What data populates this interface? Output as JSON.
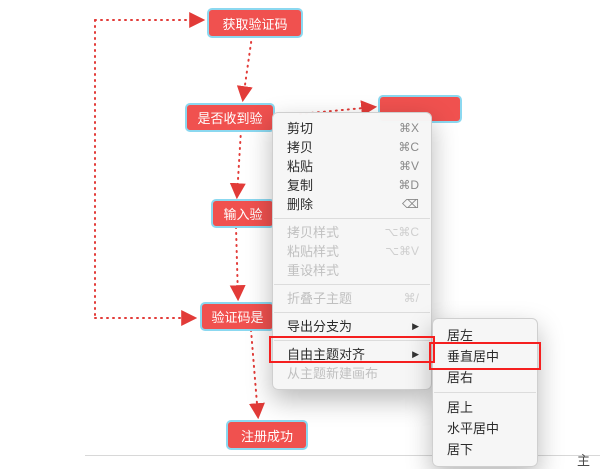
{
  "canvas": {
    "edge_text": "主",
    "nodes": {
      "get_code": {
        "label": "获取验证码"
      },
      "received": {
        "label": "是否收到验"
      },
      "resend": {
        "label": ""
      },
      "input_code": {
        "label": "输入验"
      },
      "verify": {
        "label": "验证码是"
      },
      "success": {
        "label": "注册成功"
      }
    },
    "colors": {
      "node_fill": "#f0514f",
      "node_border": "#8bd8f0",
      "node_text": "#ffffff",
      "arrow": "#e23b38",
      "annotation": "#f51f1f",
      "menu_disabled_text": "#c0c0c0"
    }
  },
  "icons": {
    "submenu_arrow": "▶"
  },
  "context_menu": {
    "items": [
      {
        "label": "剪切",
        "shortcut": "⌘X",
        "disabled": false
      },
      {
        "label": "拷贝",
        "shortcut": "⌘C",
        "disabled": false
      },
      {
        "label": "粘贴",
        "shortcut": "⌘V",
        "disabled": false
      },
      {
        "label": "复制",
        "shortcut": "⌘D",
        "disabled": false
      },
      {
        "label": "删除",
        "shortcut": "⌫",
        "disabled": false
      },
      {
        "label": "拷贝样式",
        "shortcut": "⌥⌘C",
        "disabled": true
      },
      {
        "label": "粘贴样式",
        "shortcut": "⌥⌘V",
        "disabled": true
      },
      {
        "label": "重设样式",
        "shortcut": "",
        "disabled": true
      },
      {
        "label": "折叠子主题",
        "shortcut": "⌘/",
        "disabled": true
      },
      {
        "label": "导出分支为",
        "shortcut": "",
        "disabled": false,
        "has_submenu": true
      },
      {
        "label": "自由主题对齐",
        "shortcut": "",
        "disabled": false,
        "has_submenu": true
      },
      {
        "label": "从主题新建画布",
        "shortcut": "",
        "disabled": true
      }
    ]
  },
  "align_submenu": {
    "items": [
      {
        "label": "居左"
      },
      {
        "label": "垂直居中"
      },
      {
        "label": "居右"
      },
      {
        "label": "居上"
      },
      {
        "label": "水平居中"
      },
      {
        "label": "居下"
      }
    ]
  }
}
